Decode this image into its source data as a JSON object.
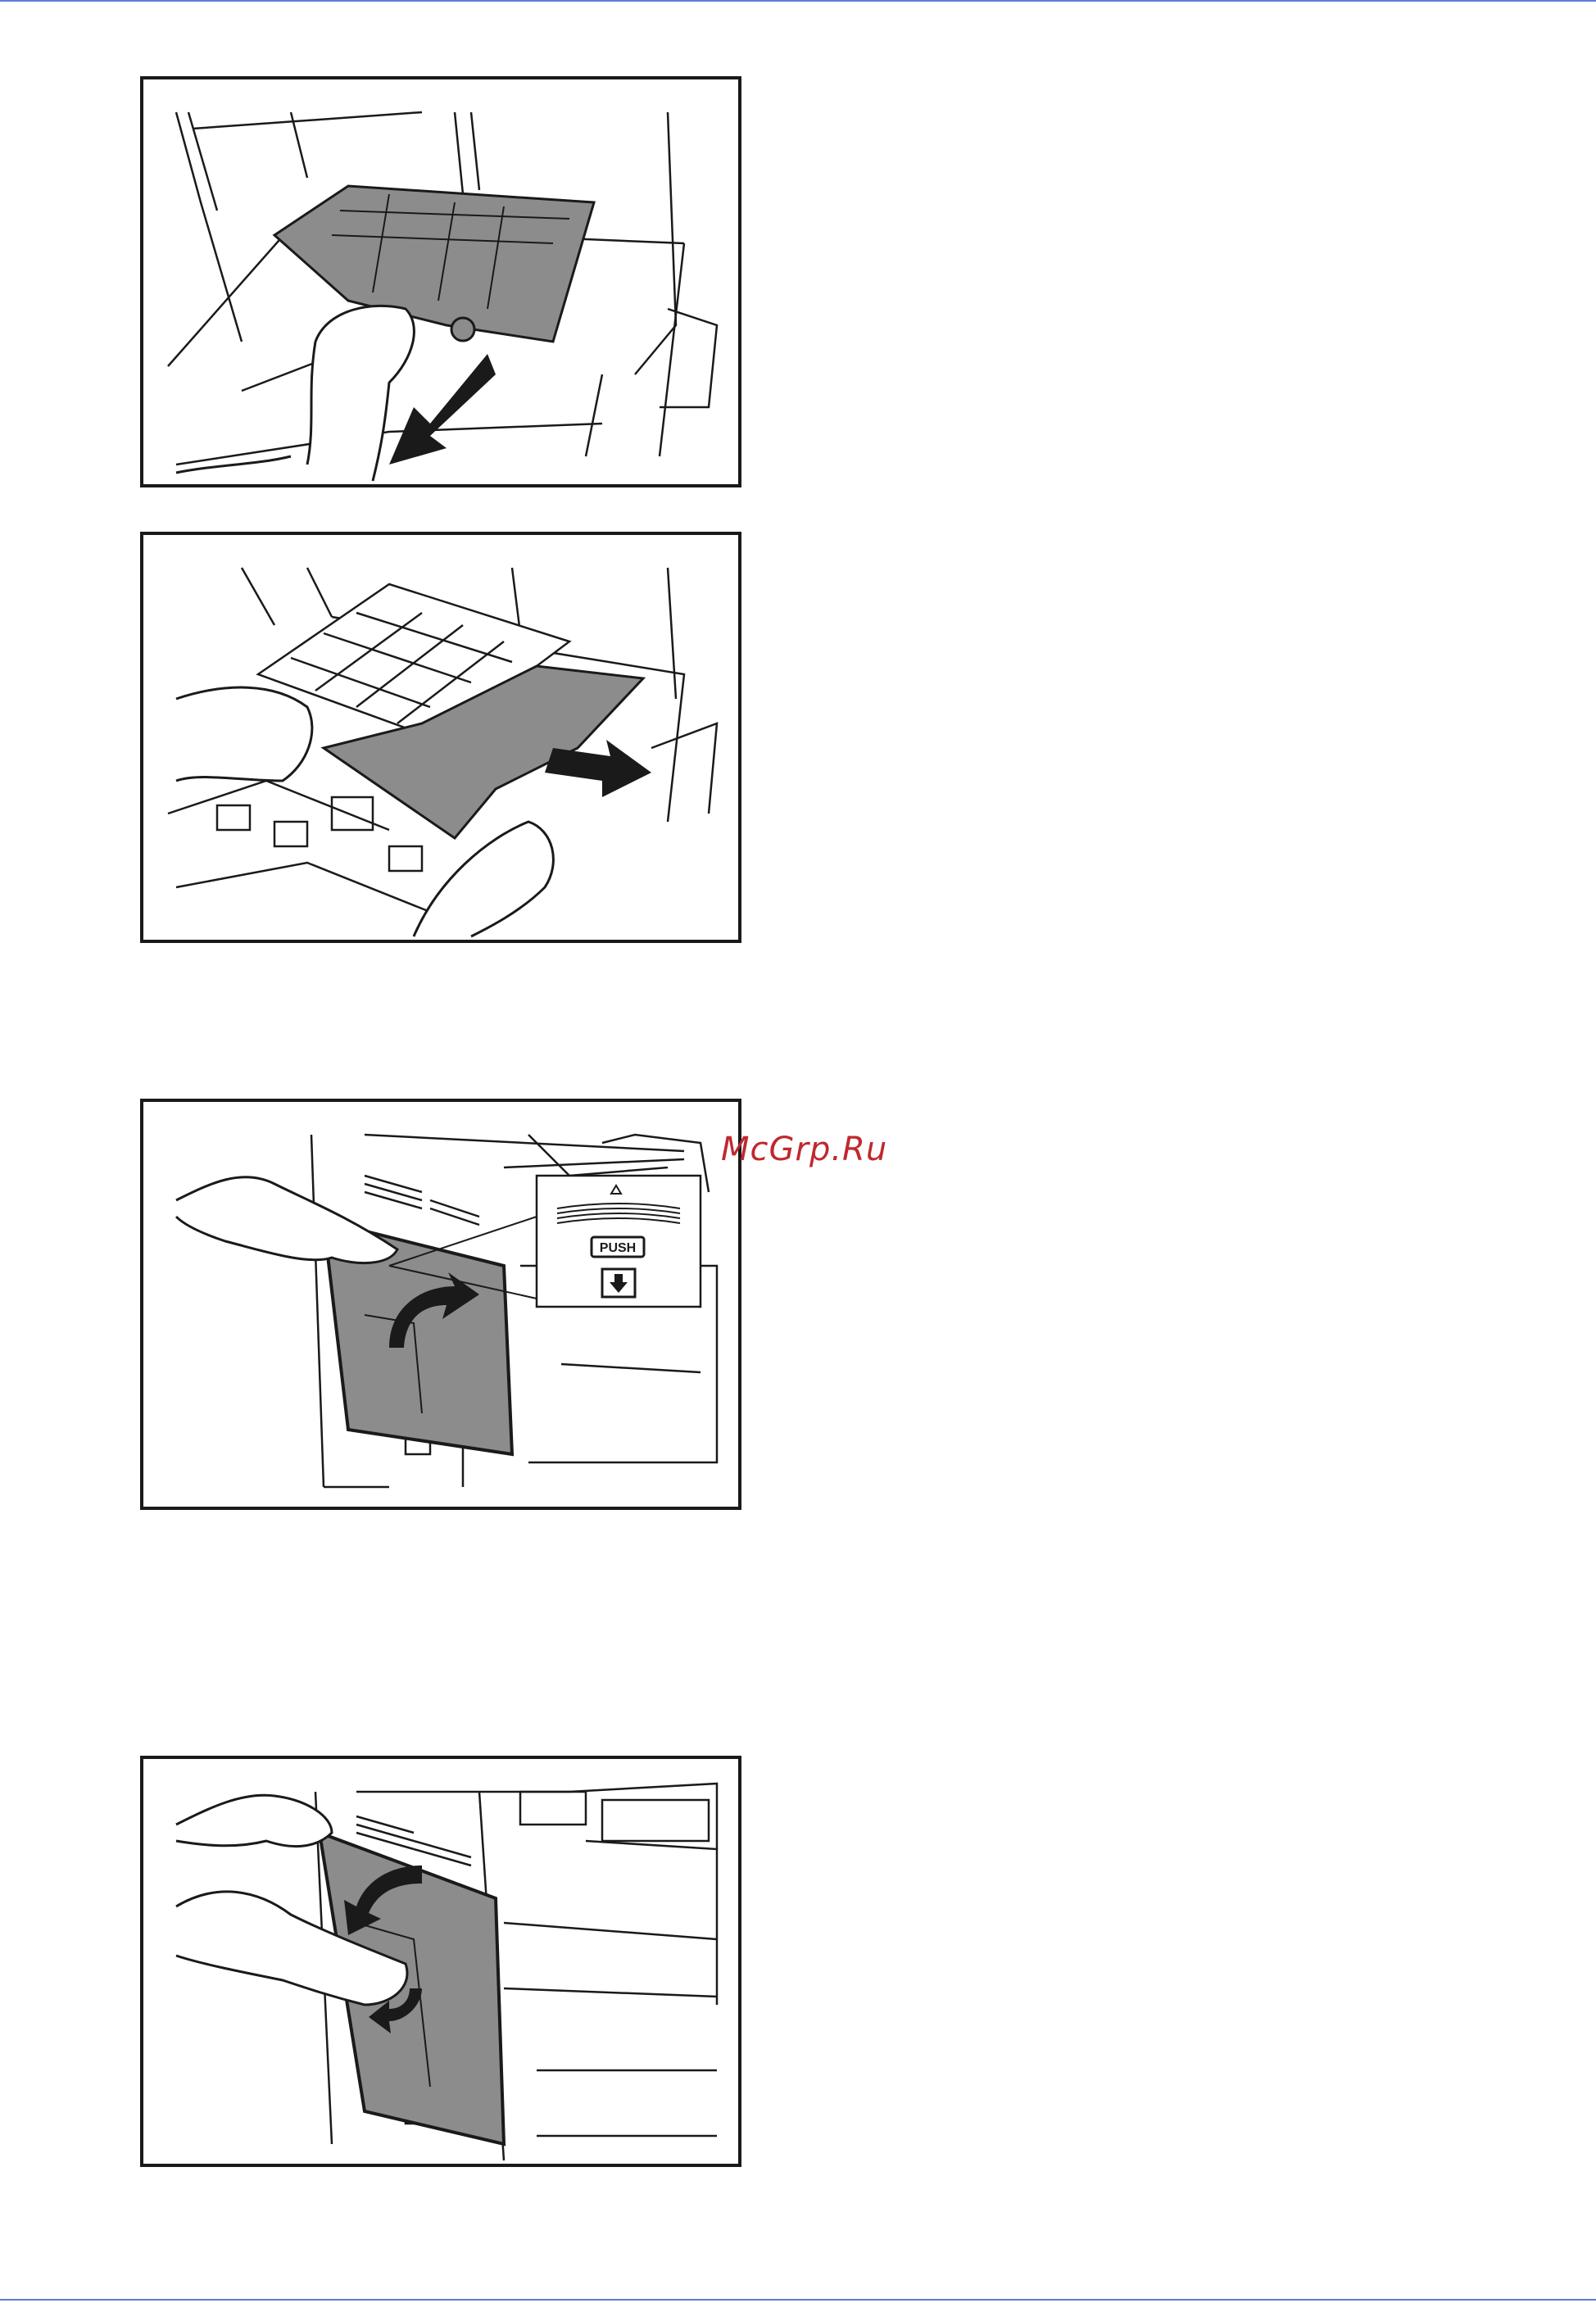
{
  "colors": {
    "rule": "#5b7fd6",
    "outline": "#1a1a1a",
    "part_fill": "#8c8c8c",
    "panel_fill": "#b9b9b9",
    "watermark": "#c0282f"
  },
  "watermark": {
    "text": "McGrp.Ru"
  },
  "figures": [
    {
      "id": "fig1",
      "icons": [
        "hand-icon",
        "arrow-icon"
      ]
    },
    {
      "id": "fig2",
      "icons": [
        "hand-icon",
        "arrow-icon"
      ]
    },
    {
      "id": "fig3",
      "push_label": "PUSH",
      "icons": [
        "hand-icon",
        "curved-arrow-icon",
        "triangle-icon",
        "down-arrow-icon"
      ]
    },
    {
      "id": "fig4",
      "icons": [
        "hand-icon",
        "curved-arrow-icon"
      ]
    }
  ]
}
